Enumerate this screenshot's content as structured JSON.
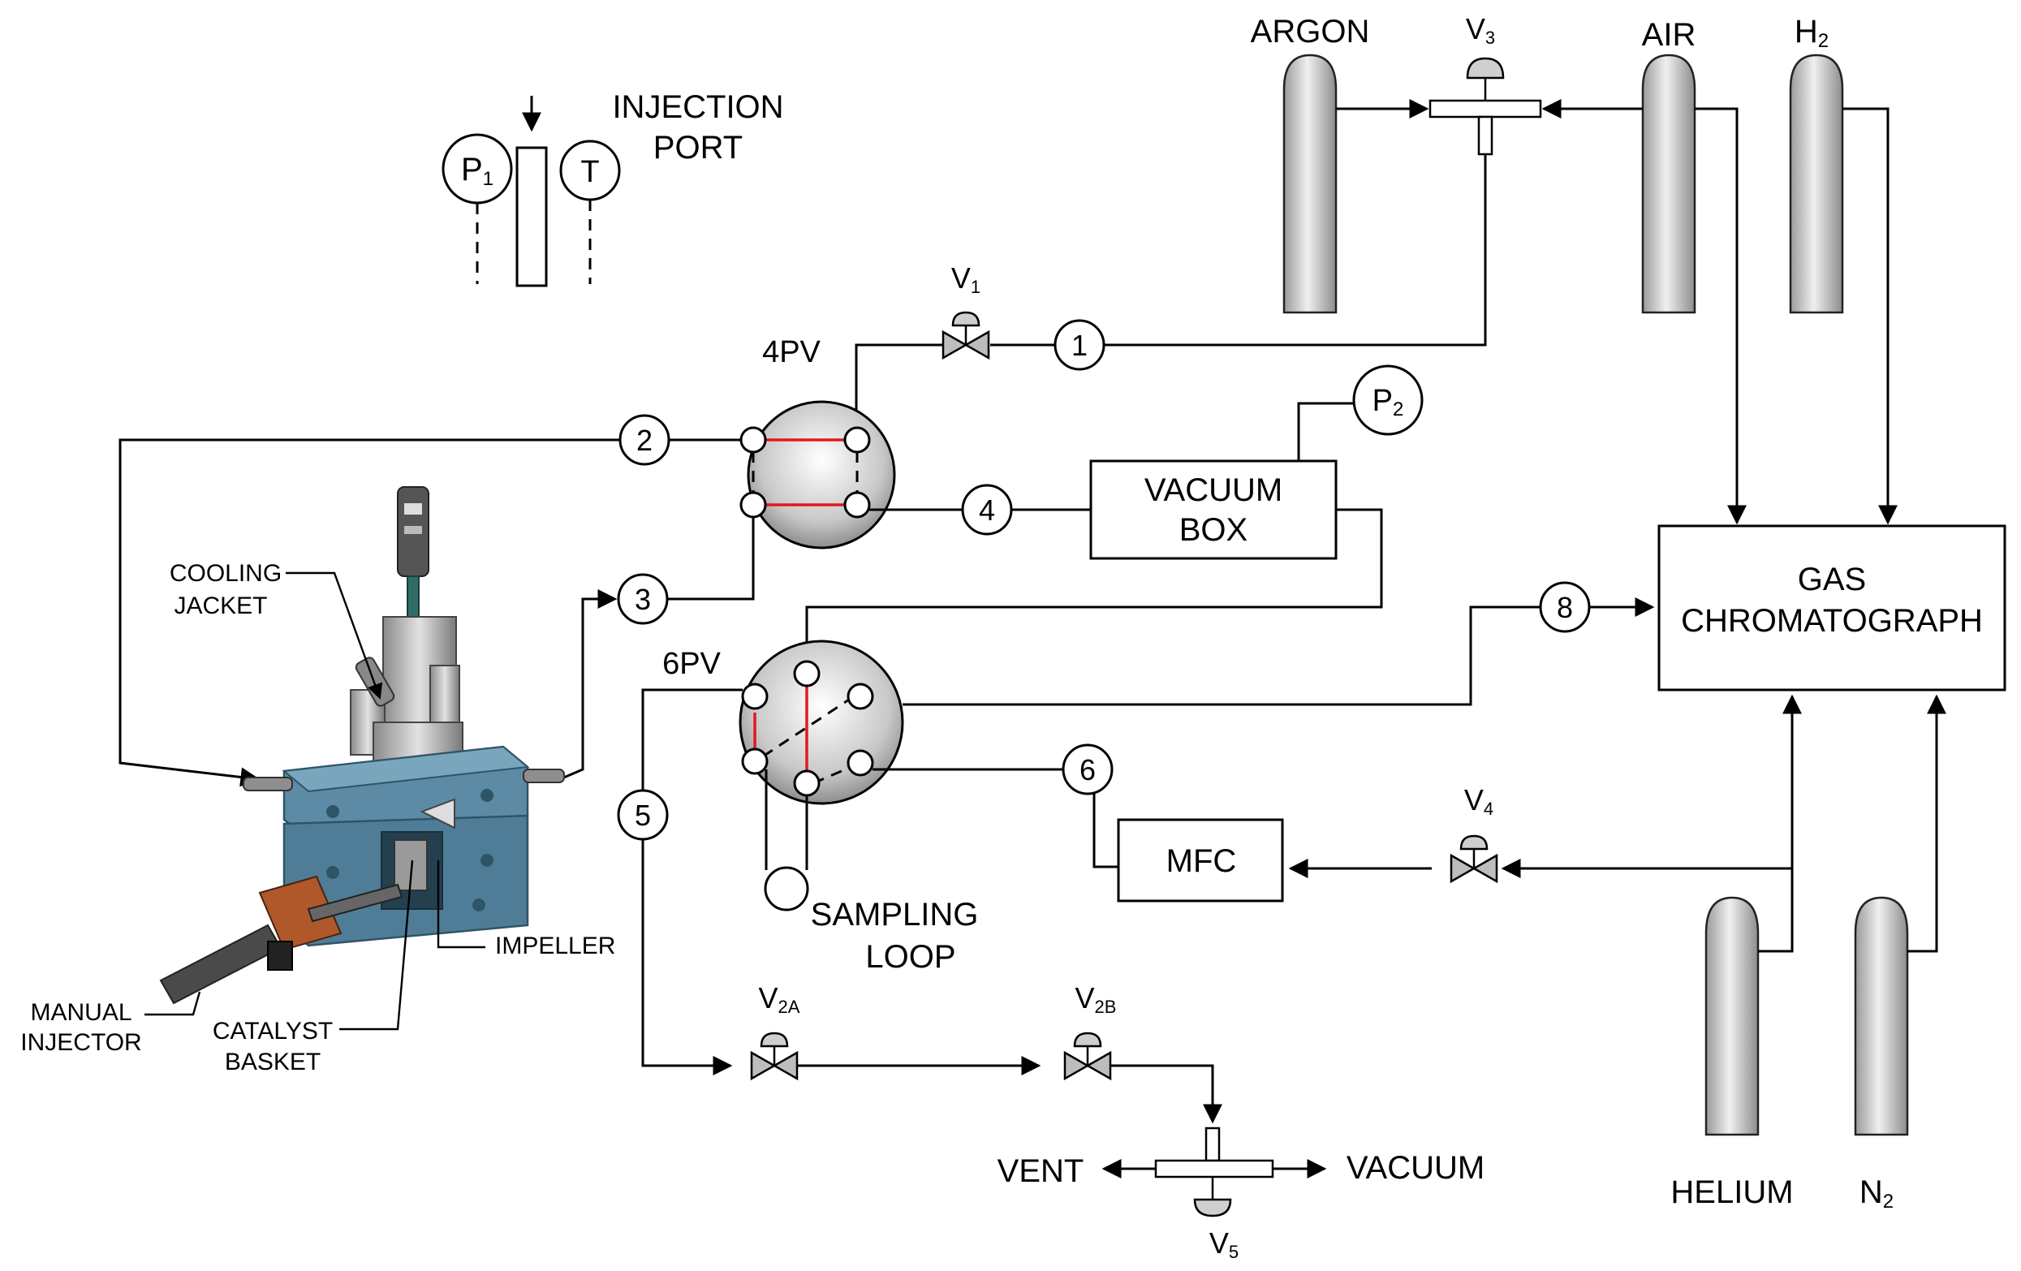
{
  "labels": {
    "injection_port": [
      "INJECTION",
      "PORT"
    ],
    "p1": "P",
    "p1_sub": "1",
    "t": "T",
    "p2": "P",
    "p2_sub": "2",
    "v1": "V",
    "v1_sub": "1",
    "v2a": "V",
    "v2a_sub": "2A",
    "v2b": "V",
    "v2b_sub": "2B",
    "v3": "V",
    "v3_sub": "3",
    "v4": "V",
    "v4_sub": "4",
    "v5": "V",
    "v5_sub": "5",
    "four_pv": "4PV",
    "six_pv": "6PV",
    "vacuum_box": [
      "VACUUM",
      "BOX"
    ],
    "gas_chromatograph": [
      "GAS",
      "CHROMATOGRAPH"
    ],
    "mfc": "MFC",
    "sampling_loop": [
      "SAMPLING",
      "LOOP"
    ],
    "vent": "VENT",
    "vacuum": "VACUUM",
    "argon": "ARGON",
    "air": "AIR",
    "h2": "H",
    "h2_sub": "2",
    "helium": "HELIUM",
    "n2": "N",
    "n2_sub": "2",
    "cooling_jacket": [
      "COOLING",
      "JACKET"
    ],
    "impeller": "IMPELLER",
    "manual_injector": [
      "MANUAL",
      "INJECTOR"
    ],
    "catalyst_basket": [
      "CATALYST",
      "BASKET"
    ]
  },
  "stream_numbers": [
    "1",
    "2",
    "3",
    "4",
    "5",
    "6",
    "8"
  ],
  "colors": {
    "line": "#000000",
    "valve_link": "#e0191e",
    "reactor_body": "#4f7d97",
    "reactor_dark": "#2e5468",
    "cylinder_light": "#e8e8e8",
    "cylinder_dark": "#9a9a9a"
  }
}
